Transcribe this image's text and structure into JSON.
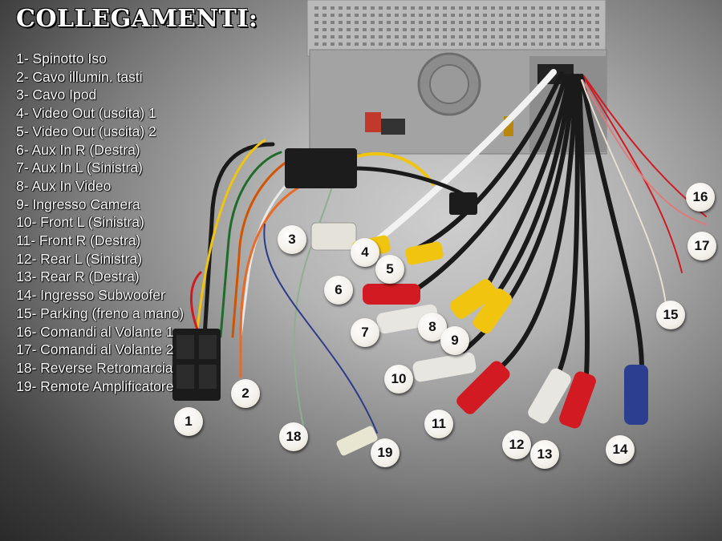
{
  "title": "COLLEGAMENTI:",
  "legend": [
    "1- Spinotto Iso",
    "2- Cavo illumin. tasti",
    "3- Cavo Ipod",
    "4- Video Out (uscita) 1",
    "5- Video Out (uscita) 2",
    "6- Aux In R (Destra)",
    "7- Aux In L (Sinistra)",
    "8- Aux In Video",
    "9- Ingresso Camera",
    "10- Front L (Sinistra)",
    "11- Front R (Destra)",
    "12- Rear L (Sinistra)",
    "13- Rear R (Destra)",
    "14- Ingresso Subwoofer",
    "15- Parking (freno a mano)",
    "16- Comandi al Volante 1",
    "17- Comandi al Volante 2",
    "18- Reverse Retromarcia",
    "19- Remote Amplificatore"
  ],
  "badges": [
    "1",
    "2",
    "3",
    "4",
    "5",
    "6",
    "7",
    "8",
    "9",
    "10",
    "11",
    "12",
    "13",
    "14",
    "15",
    "16",
    "17",
    "18",
    "19"
  ],
  "colors": {
    "rca_red": "#d11a22",
    "rca_white": "#e8e6e0",
    "rca_yellow": "#f1c40f",
    "rca_blue": "#2c3e8f",
    "wire_black": "#1a1a1a"
  }
}
